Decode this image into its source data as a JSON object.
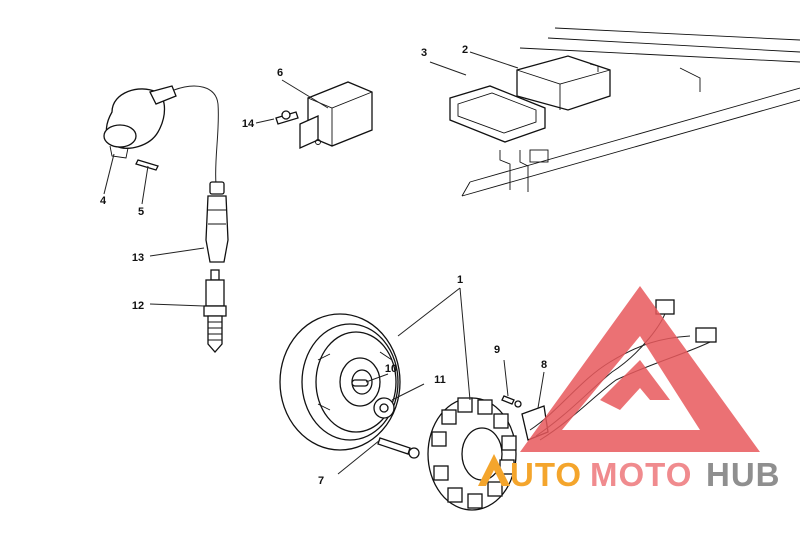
{
  "diagram": {
    "callouts": {
      "c1": "1",
      "c2": "2",
      "c3": "3",
      "c4": "4",
      "c5": "5",
      "c6": "6",
      "c7": "7",
      "c8": "8",
      "c9": "9",
      "c10": "10",
      "c11": "11",
      "c12": "12",
      "c13": "13",
      "c14": "14"
    }
  },
  "watermark": {
    "word_part1": "UTO",
    "word_part2": "MOTO",
    "word_part3": "HUB",
    "colors": {
      "triangle": "#e8585c",
      "orange": "#f4a52c",
      "pink": "#f08b8e",
      "gray": "#8f8f8f"
    }
  }
}
